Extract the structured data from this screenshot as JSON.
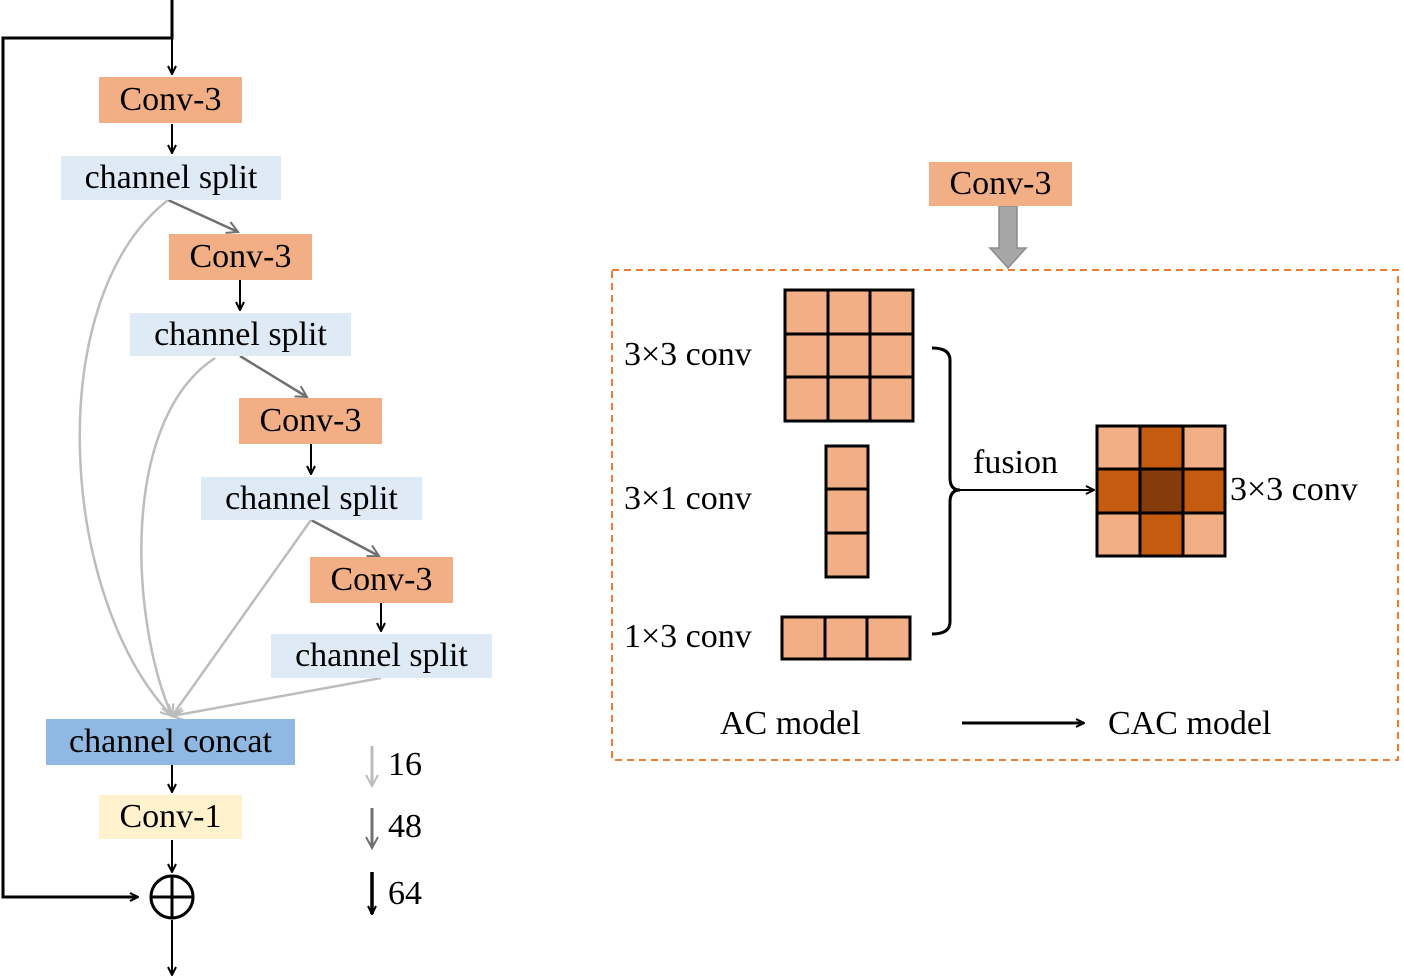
{
  "left": {
    "conv3_label": "Conv-3",
    "split_label": "channel split",
    "concat_label": "channel concat",
    "conv1_label": "Conv-1",
    "legend": [
      "16",
      "48",
      "64"
    ]
  },
  "right": {
    "top_conv_label": "Conv-3",
    "kernel_3x3": "3×3 conv",
    "kernel_3x1": "3×1 conv",
    "kernel_1x3": "1×3 conv",
    "fusion_label": "fusion",
    "result_label": "3×3 conv",
    "ac_model": "AC model",
    "cac_model": "CAC model"
  },
  "colors": {
    "conv3": "#f2ae84",
    "split": "#deeaf6",
    "concat": "#8fb8e2",
    "conv1": "#fff2cc",
    "kernel_light": "#f2ae84",
    "kernel_mid": "#c55a11",
    "kernel_dark": "#843c0c",
    "dashed_border": "#ed7d31"
  }
}
